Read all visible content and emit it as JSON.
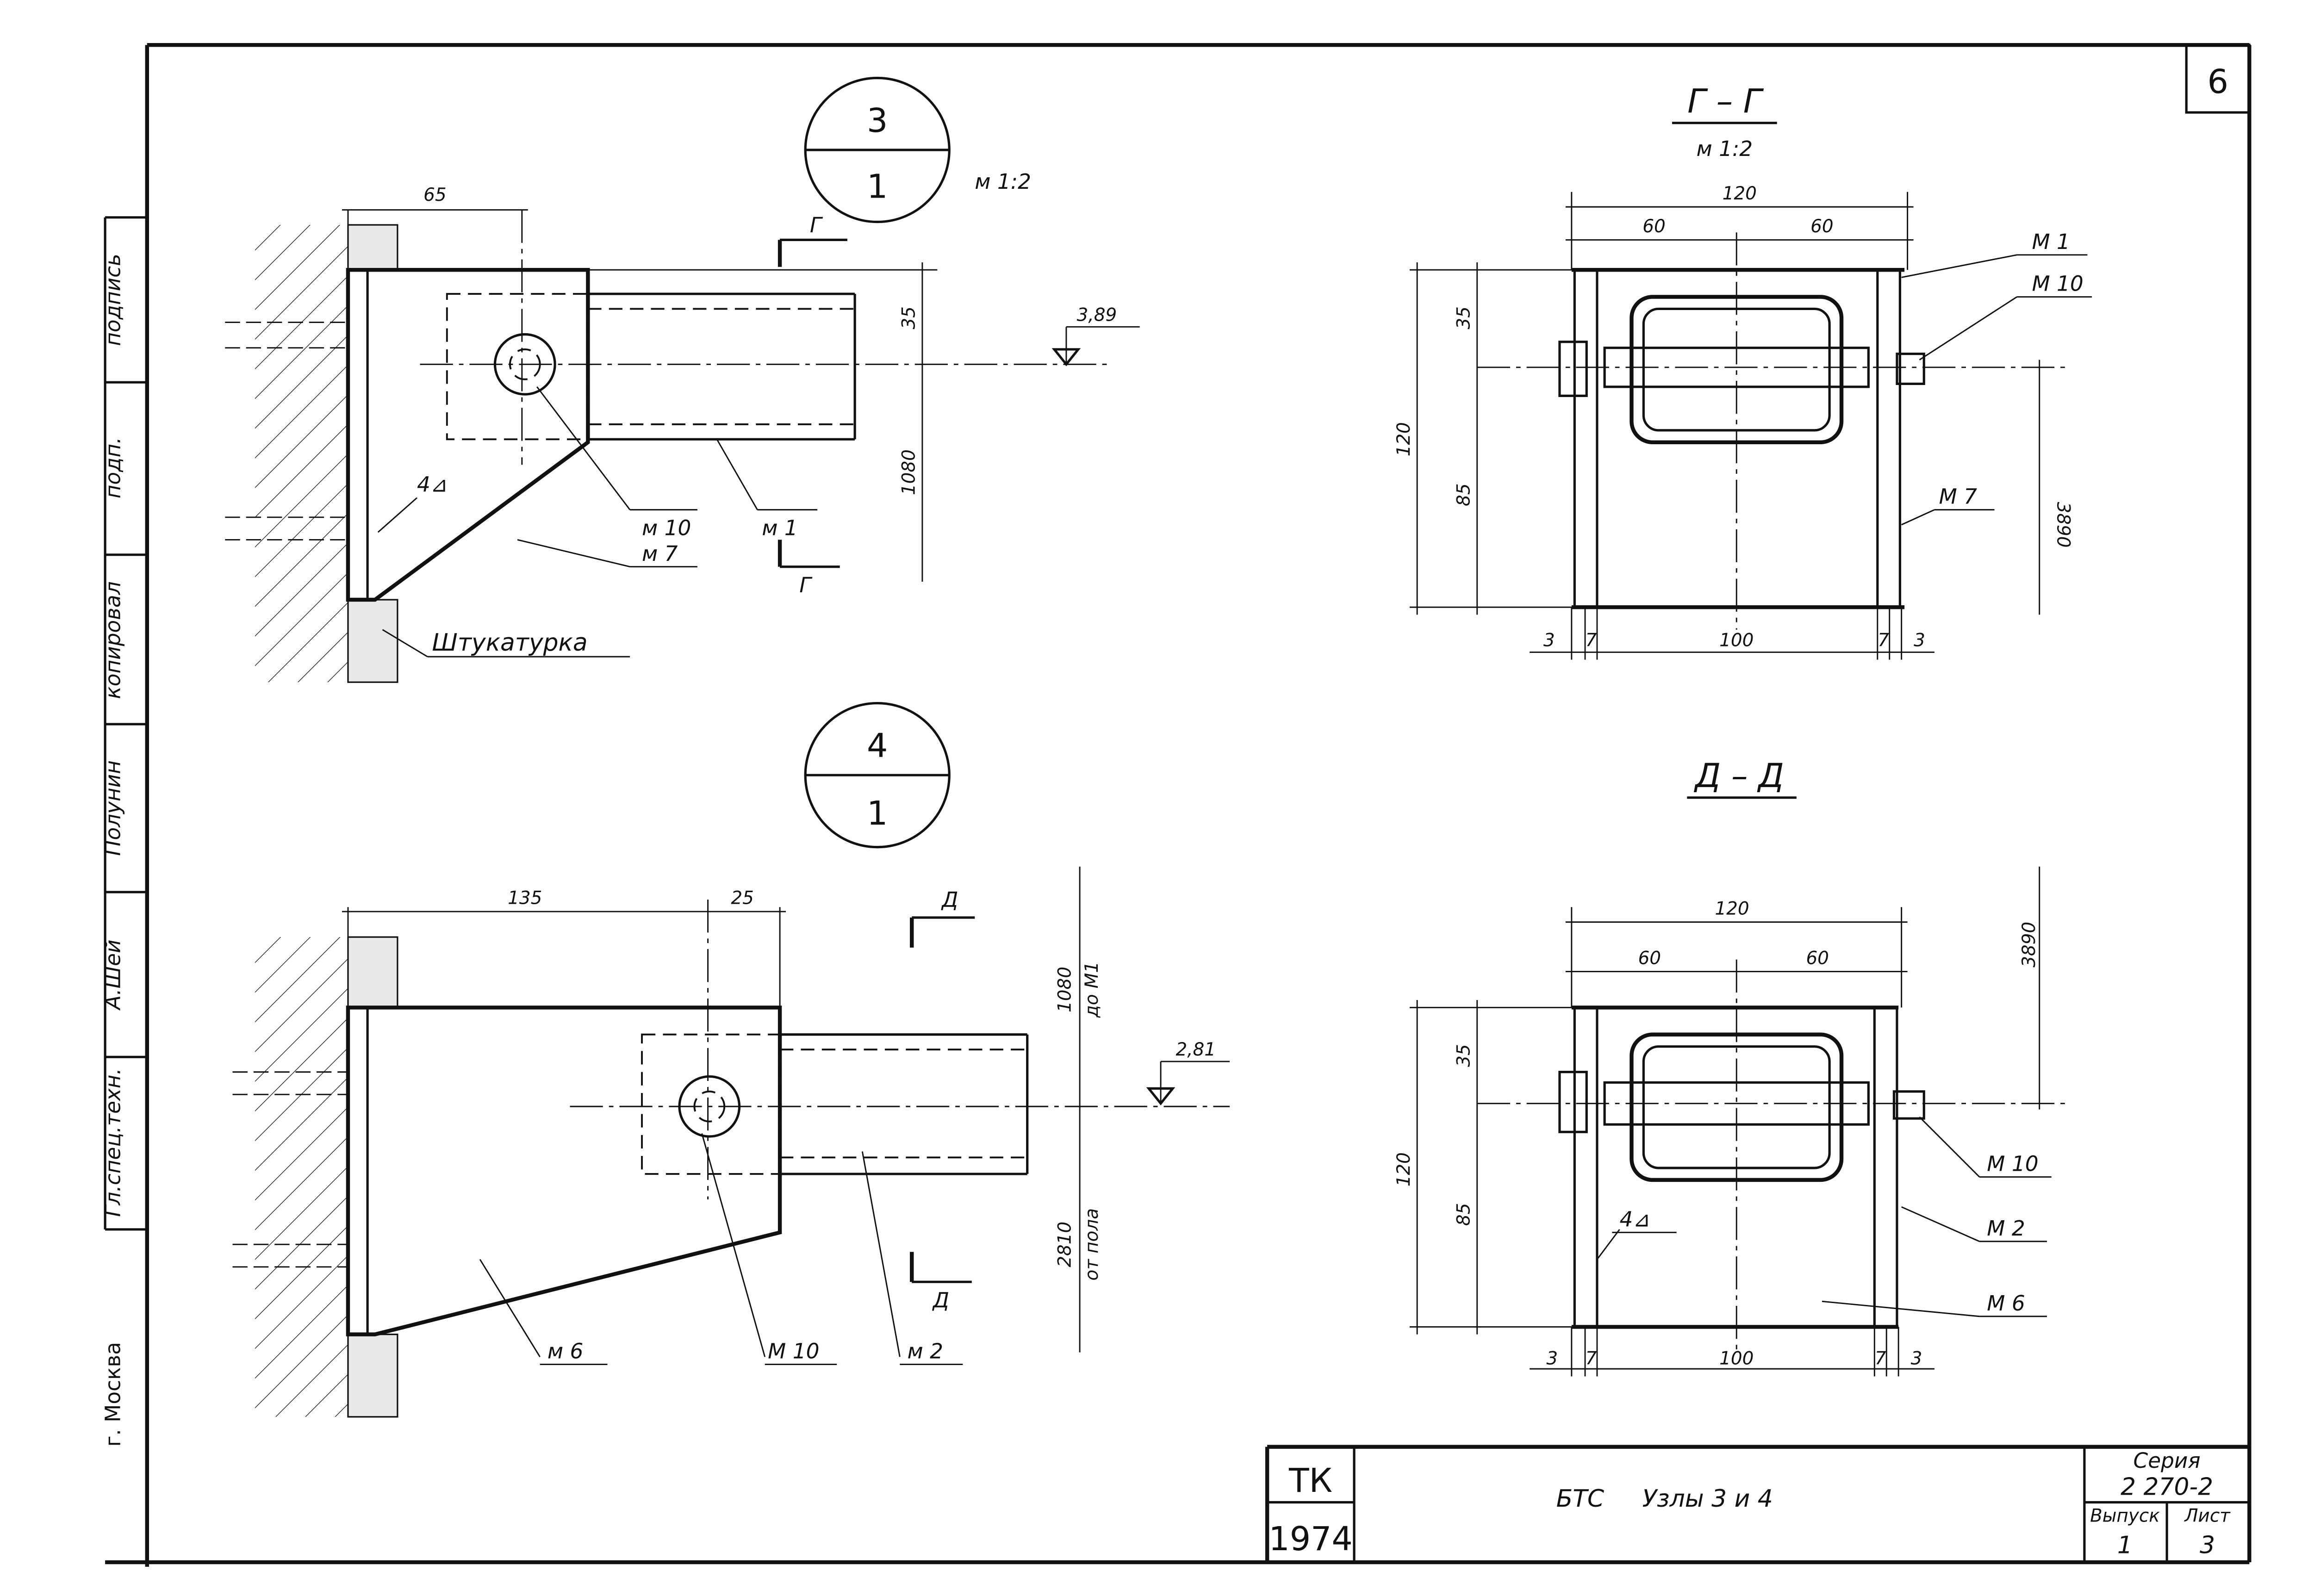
{
  "sheet_number": "6",
  "side_stamp": {
    "cells": [
      "подпись",
      "подп.",
      "копировал",
      "Полунин",
      "А.Шей",
      "Гл.спец.техн."
    ],
    "city": "г. Москва"
  },
  "node3": {
    "number": "3",
    "sheet": "1",
    "scale": "м 1:2",
    "dims": {
      "top": "65",
      "v1": "35",
      "v2": "1080"
    },
    "level": "3,89",
    "section_mark": "Г",
    "labels": {
      "weld": "4⊿",
      "bolt": "м 10",
      "tube": "м 1",
      "plate": "м 7",
      "plaster": "Штукатурка"
    }
  },
  "node4": {
    "number": "4",
    "sheet": "1",
    "dims": {
      "left": "135",
      "right": "25",
      "upper": "1080",
      "upper_note": "до М1",
      "lower": "2810",
      "lower_note": "от пола"
    },
    "level": "2,81",
    "section_mark": "Д",
    "labels": {
      "plate": "м 6",
      "bolt": "М 10",
      "tube": "м 2"
    }
  },
  "section_g": {
    "title": "Г – Г",
    "scale": "м 1:2",
    "dims": {
      "total": "120",
      "half_l": "60",
      "half_r": "60",
      "h_total": "120",
      "h_top": "35",
      "h_bot": "85",
      "b1": "3",
      "b2": "7",
      "b3": "100",
      "b4": "7",
      "b5": "3",
      "elev": "3890"
    },
    "labels": {
      "tube": "М 1",
      "bolt": "М 10",
      "plate": "М 7"
    }
  },
  "section_d": {
    "title": "Д – Д",
    "dims": {
      "total": "120",
      "half_l": "60",
      "half_r": "60",
      "h_total": "120",
      "h_top": "35",
      "h_bot": "85",
      "b1": "3",
      "b2": "7",
      "b3": "100",
      "b4": "7",
      "b5": "3",
      "elev": "3890"
    },
    "labels": {
      "weld": "4⊿",
      "bolt": "М 10",
      "tube": "М 2",
      "plate": "М 6"
    }
  },
  "title_block": {
    "org": "ТК",
    "year": "1974",
    "title": "БТС     Узлы 3 и 4",
    "series_label": "Серия",
    "series": "2 270-2",
    "issue_label": "Выпуск",
    "sheet_label": "Лист",
    "issue": "1",
    "sheet": "3"
  }
}
